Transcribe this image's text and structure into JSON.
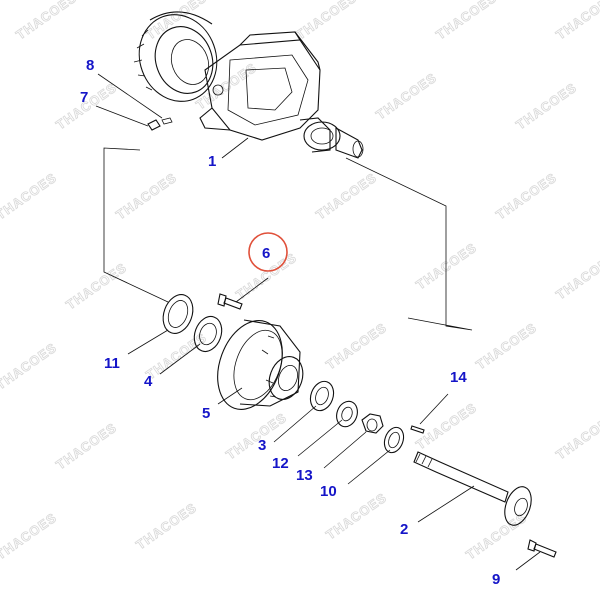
{
  "watermark_text": "THACOES",
  "colors": {
    "callout": "#1515c8",
    "highlight": "#e0503a",
    "line": "#111111"
  },
  "highlighted_part": "6",
  "parts": [
    {
      "id": "p1",
      "label": "1"
    },
    {
      "id": "p2",
      "label": "2"
    },
    {
      "id": "p3",
      "label": "3"
    },
    {
      "id": "p4",
      "label": "4"
    },
    {
      "id": "p5",
      "label": "5"
    },
    {
      "id": "p6",
      "label": "6"
    },
    {
      "id": "p7",
      "label": "7"
    },
    {
      "id": "p8",
      "label": "8"
    },
    {
      "id": "p9",
      "label": "9"
    },
    {
      "id": "p10",
      "label": "10"
    },
    {
      "id": "p11",
      "label": "11"
    },
    {
      "id": "p12",
      "label": "12"
    },
    {
      "id": "p13",
      "label": "13"
    },
    {
      "id": "p14",
      "label": "14"
    }
  ]
}
